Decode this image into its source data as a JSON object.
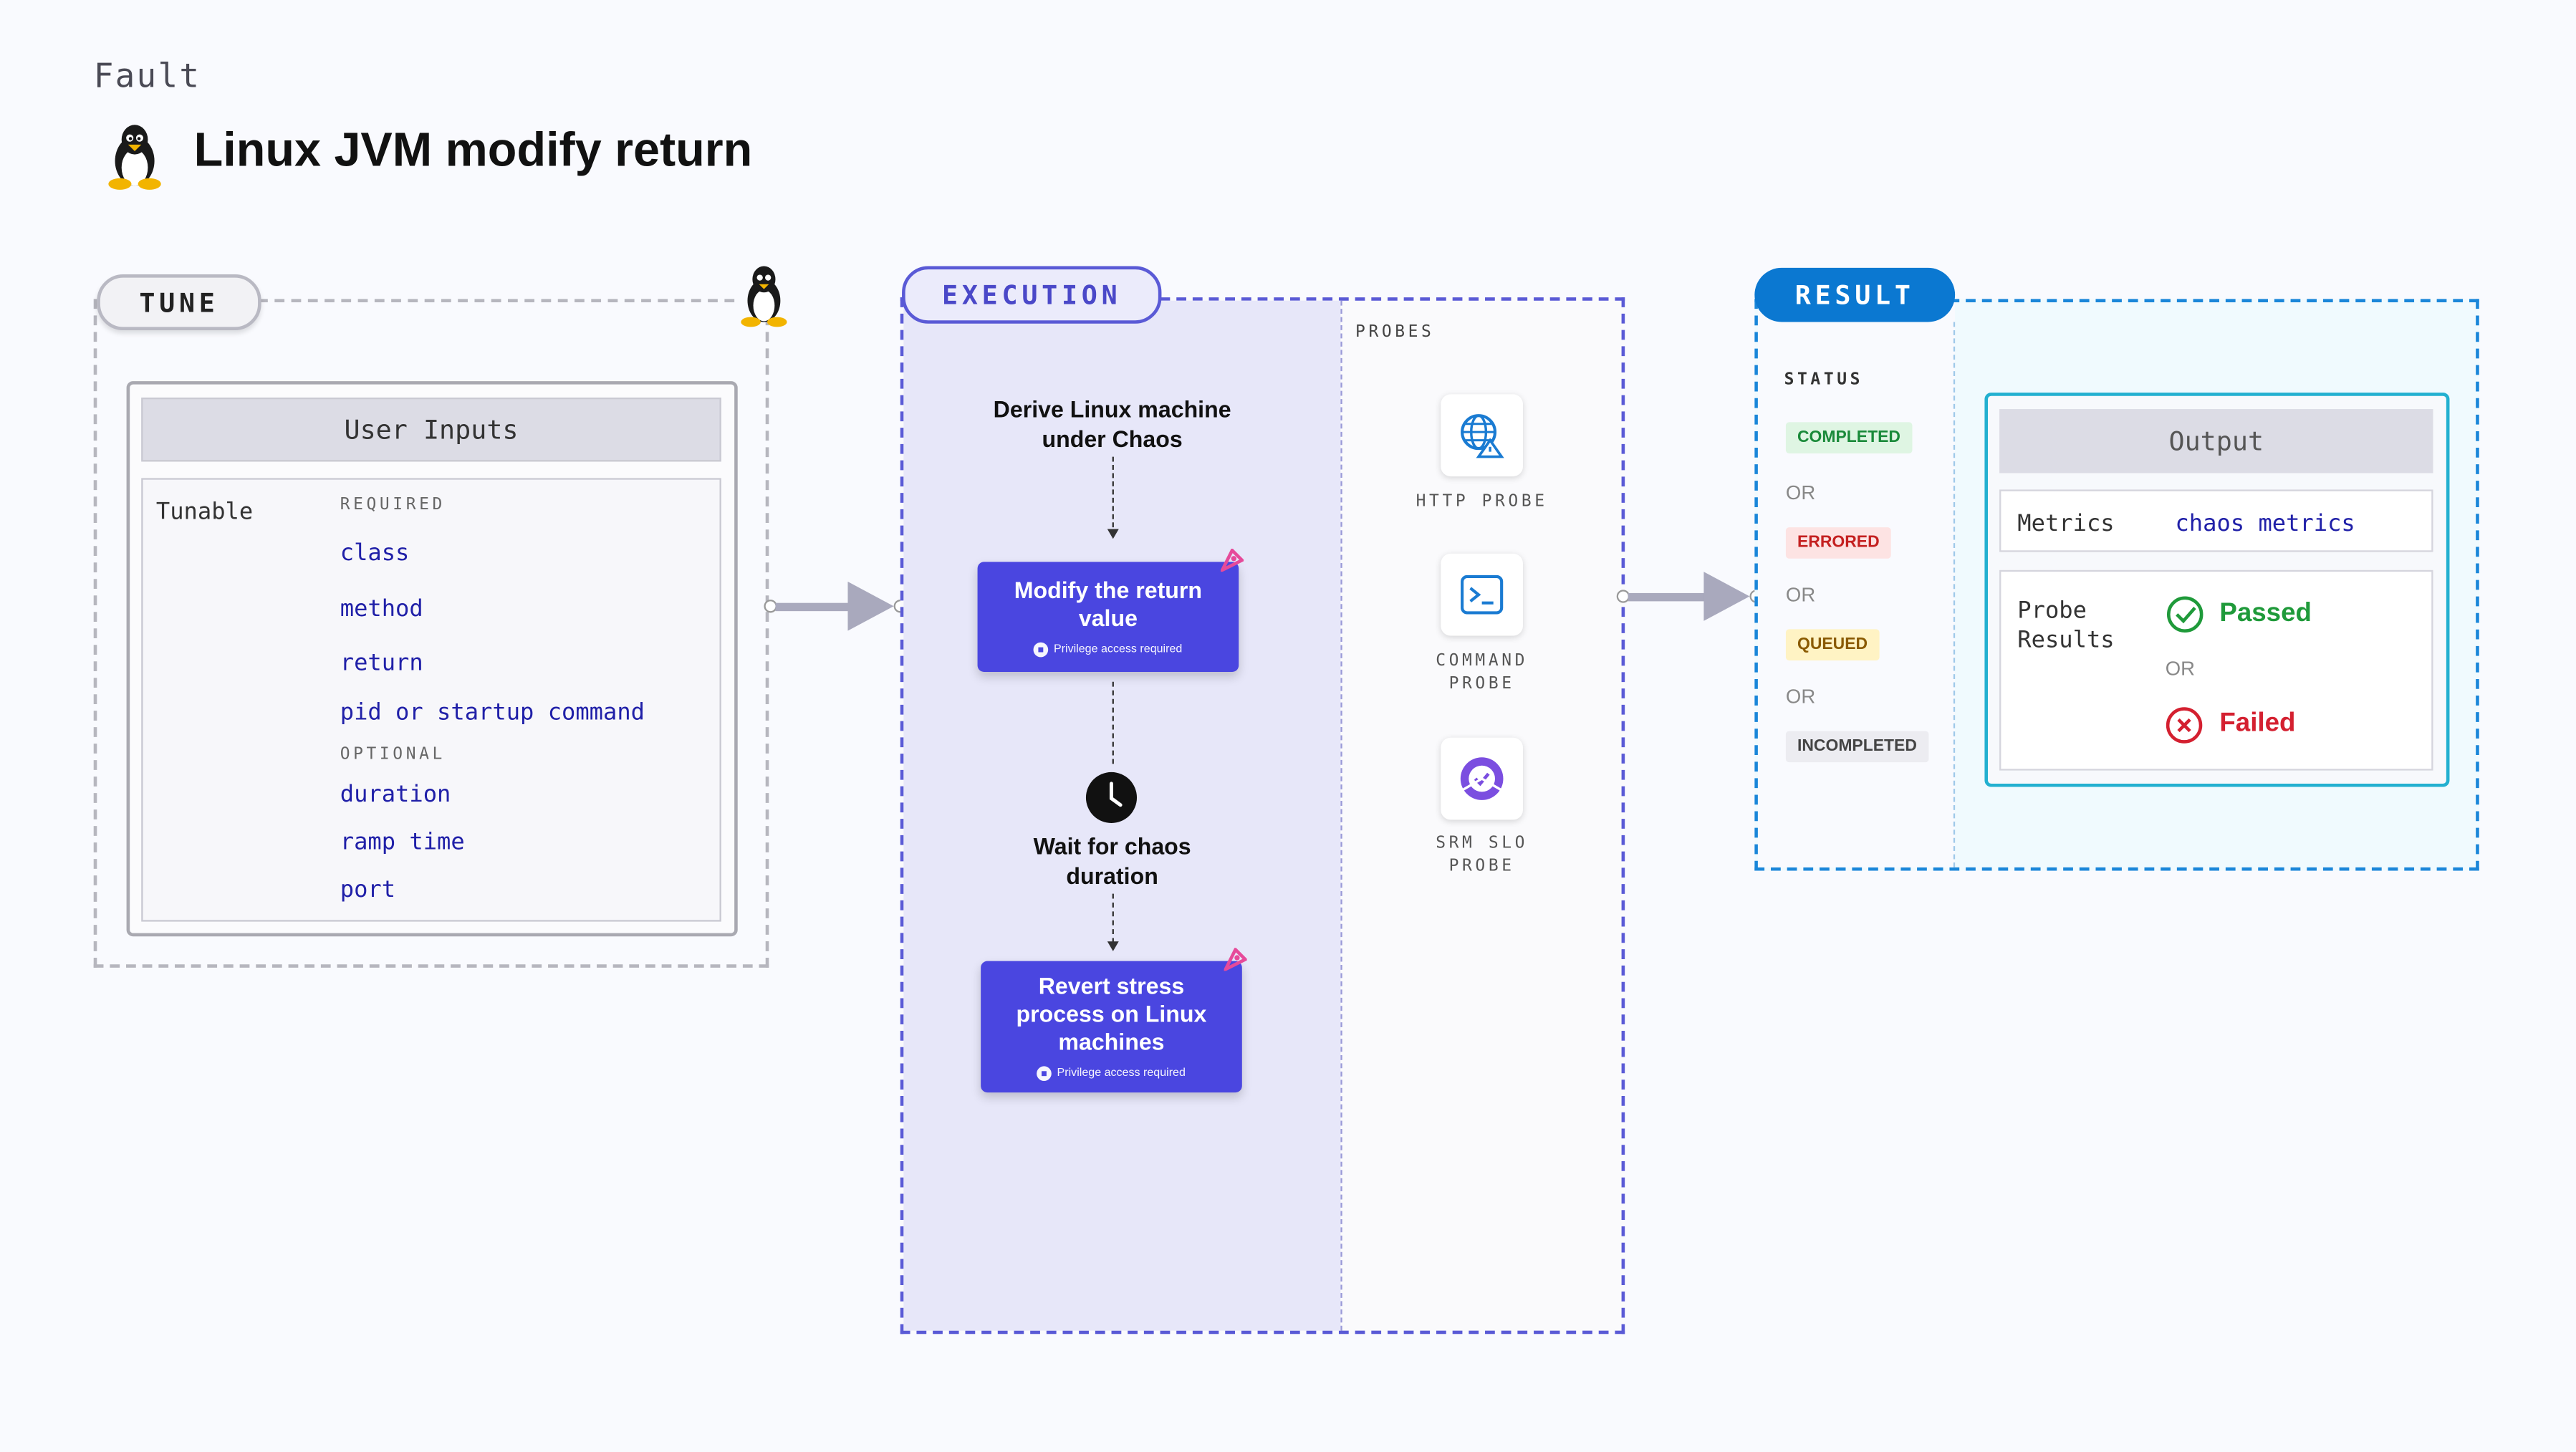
{
  "header": {
    "category": "Fault",
    "title": "Linux JVM modify return"
  },
  "tune": {
    "pill": "TUNE",
    "panel_title": "User Inputs",
    "tunable_label": "Tunable",
    "required_label": "REQUIRED",
    "required": [
      "class",
      "method",
      "return",
      "pid or startup command"
    ],
    "optional_label": "OPTIONAL",
    "optional": [
      "duration",
      "ramp time",
      "port"
    ]
  },
  "execution": {
    "pill": "EXECUTION",
    "step1": "Derive Linux machine under Chaos",
    "card1": "Modify the return value",
    "card1_note": "Privilege access required",
    "step2": "Wait for chaos duration",
    "card2": "Revert stress process on Linux machines",
    "card2_note": "Privilege access required",
    "probes_label": "PROBES",
    "probes": [
      "HTTP PROBE",
      "COMMAND PROBE",
      "SRM SLO PROBE"
    ]
  },
  "result": {
    "pill": "RESULT",
    "status_label": "STATUS",
    "statuses": [
      "COMPLETED",
      "ERRORED",
      "QUEUED",
      "INCOMPLETED"
    ],
    "or": "OR",
    "output_title": "Output",
    "metrics_label": "Metrics",
    "metrics_value": "chaos metrics",
    "probe_results_label": "Probe Results",
    "passed": "Passed",
    "failed": "Failed"
  },
  "colors": {
    "execution_accent": "#4a46e0",
    "result_accent": "#0b78d1",
    "completed": "#1a8a3a",
    "errored": "#c42020",
    "queued": "#8a5a00",
    "passed": "#1f9a3a",
    "failed": "#d42030"
  }
}
